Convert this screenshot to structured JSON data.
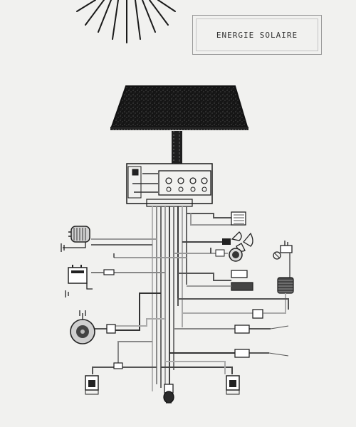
{
  "title": "ENERGIE SOLAIRE",
  "colors": {
    "background": "#f1f1ef",
    "ink": "#1a1a1a",
    "wire_dark": "#3a3a3a",
    "wire_mid": "#7a7a7a",
    "wire_light": "#b4b4b4",
    "panel_fill": "#141414"
  },
  "components": [
    {
      "name": "sun-rays",
      "icon": "sun-icon"
    },
    {
      "name": "solar-panel",
      "icon": "solar-panel-icon"
    },
    {
      "name": "junction-box",
      "icon": "terminal-block-icon"
    },
    {
      "name": "switch-unit",
      "icon": "switch-icon"
    },
    {
      "name": "fan",
      "icon": "fan-icon"
    },
    {
      "name": "alternator",
      "icon": "alternator-icon"
    },
    {
      "name": "battery",
      "icon": "battery-icon"
    },
    {
      "name": "connector",
      "icon": "connector-icon"
    },
    {
      "name": "spark-plug",
      "icon": "spark-plug-icon"
    },
    {
      "name": "ignition-coil",
      "icon": "coil-icon"
    },
    {
      "name": "horn",
      "icon": "horn-icon"
    },
    {
      "name": "left-indicator",
      "icon": "lamp-icon"
    },
    {
      "name": "right-indicator",
      "icon": "lamp-icon"
    },
    {
      "name": "rear-lamp",
      "icon": "bulb-icon"
    }
  ]
}
